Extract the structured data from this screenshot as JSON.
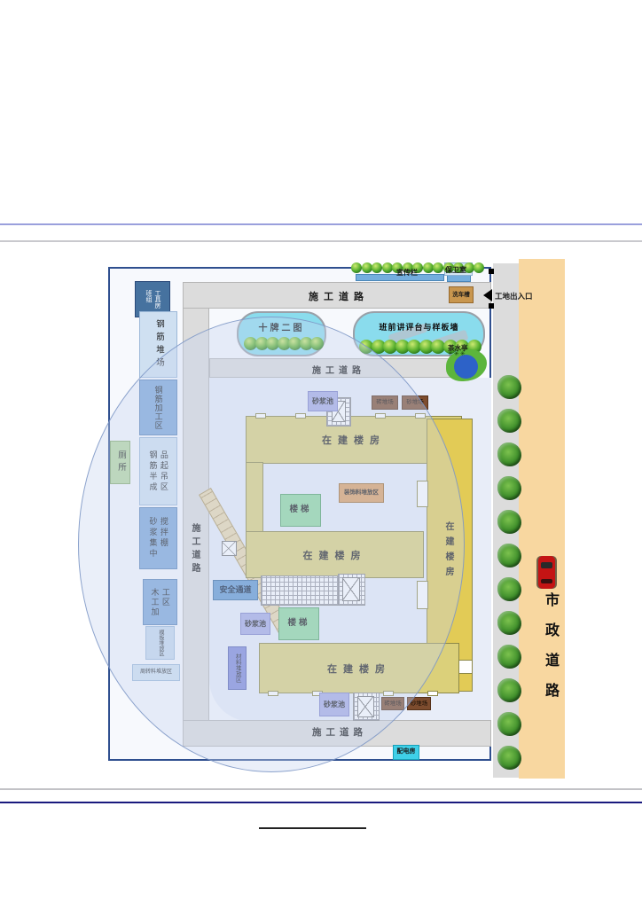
{
  "page": {
    "doc_underline": ""
  },
  "top_strip": {
    "bulletin_label": "宣传栏",
    "guard_label": "保卫室"
  },
  "entrance": {
    "wash_label": "洗车槽",
    "gate_label": "工地出入口"
  },
  "roads": {
    "top": "施工道路",
    "second": "施工道路",
    "left": "施工道路",
    "bottom": "施工道路"
  },
  "municipal": {
    "label": "市政道路"
  },
  "islands": {
    "left_label": "十牌二图",
    "right_label": "班前讲评台与样板墙",
    "tea_label": "茶水亭",
    "stars": "✳✳✳"
  },
  "left_col": {
    "tool_room_c1": "班组",
    "tool_room_c2": "工具房",
    "rebar_yard": "钢筋堆场",
    "rebar_process": "钢筋加工区",
    "semi_c1": "钢筋半成",
    "semi_c2": "品起吊区",
    "mortar_shed_c1": "砂浆集中",
    "mortar_shed_c2": "搅拌棚",
    "carpentry_c1": "木工加",
    "carpentry_c2": "工区",
    "formwork": "模板堆放区",
    "turnover": "周转料堆放区",
    "toilet": "厕所"
  },
  "buildings": {
    "b1": "在建楼房",
    "b2": "在建楼房",
    "b3": "在建楼房",
    "right_wing": "在建楼房"
  },
  "facilities": {
    "mortar1": "砂浆池",
    "mortar2": "砂浆池",
    "mortar3": "砂浆池",
    "brick1": "砖堆场",
    "sand1": "砂堆场",
    "brick2": "砖堆场",
    "sand2": "砂堆场",
    "deco": "装饰料堆放区",
    "stairs1": "楼梯",
    "stairs2": "楼梯",
    "safety": "安全通道",
    "material": "材料堆放区",
    "power": "配电房"
  },
  "trees": {
    "right_count": 12,
    "top_count": 13,
    "islandA_count": 7,
    "islandB_count": 10
  },
  "colors": {
    "building_yellow": "#dbd07a",
    "municipal_orange": "#f8d7a0",
    "road_grey": "#dcdcdc",
    "island_cyan": "#8adced",
    "mortar_purple": "#a6abe4",
    "stair_green": "#8ed89e",
    "safety_blue": "#6096cf",
    "power_cyan": "#3fd0e8",
    "pile_brown": "#7d4c2e",
    "crane_circle": "#c7d5ee"
  }
}
